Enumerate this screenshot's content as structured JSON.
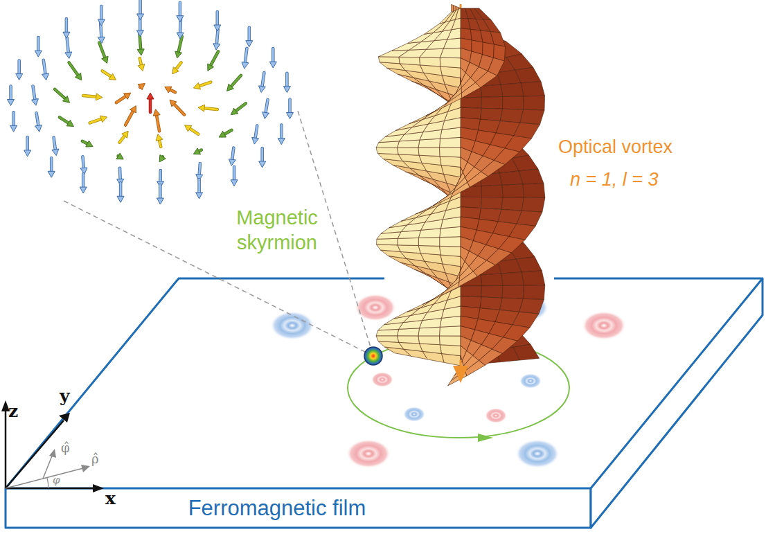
{
  "diagram": {
    "nodes": [
      {
        "text": [
          "Ferromagnetic film"
        ]
      }
    ],
    "labels": [
      "Optical vortex",
      "n = 1, l = 3",
      "Magnetic skyrmion",
      "z",
      "y",
      "x",
      "φ̂",
      "ρ̂",
      "φ"
    ]
  }
}
